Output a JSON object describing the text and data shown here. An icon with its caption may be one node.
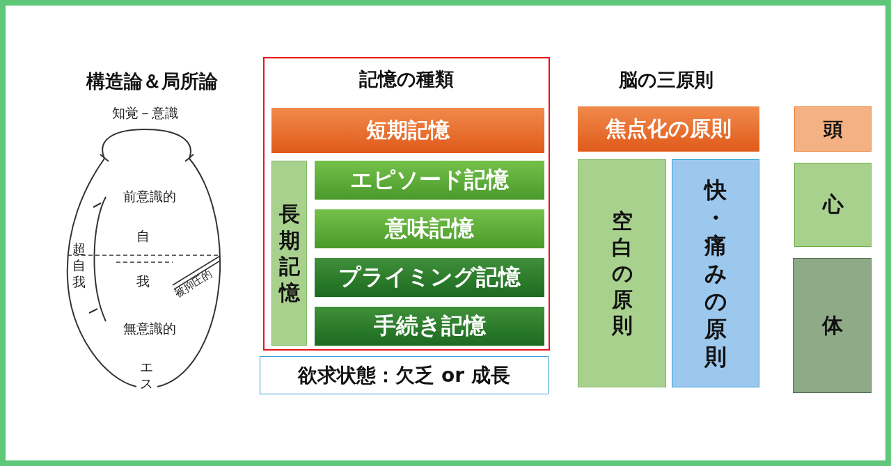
{
  "diagram": {
    "nodes": [
      {
        "text": [
          "記憶の種類"
        ]
      },
      {
        "text": [
          "短期記憶"
        ],
        "in": 0
      },
      {
        "text": [
          "長期記憶"
        ],
        "in": 0
      },
      {
        "text": [
          "エピソード記憶"
        ],
        "in": 0
      },
      {
        "text": [
          "意味記憶"
        ],
        "in": 0
      },
      {
        "text": [
          "プライミング記憶"
        ],
        "in": 0
      },
      {
        "text": [
          "手続き記憶"
        ],
        "in": 0
      },
      {
        "text": [
          "欲求状態：欠乏 or 成長"
        ]
      },
      {
        "text": [
          "焦点化の原則"
        ]
      },
      {
        "text": [
          "空白の原則"
        ]
      },
      {
        "text": [
          "快・痛みの原則"
        ]
      },
      {
        "text": [
          "頭"
        ]
      },
      {
        "text": [
          "心"
        ]
      },
      {
        "text": [
          "体"
        ]
      }
    ],
    "labels": [
      "構造論＆局所論",
      "知覚－意識",
      "前意識的",
      "自",
      "超自我",
      "我",
      "被抑圧的",
      "無意識的",
      "エス",
      "脳の三原則"
    ]
  }
}
